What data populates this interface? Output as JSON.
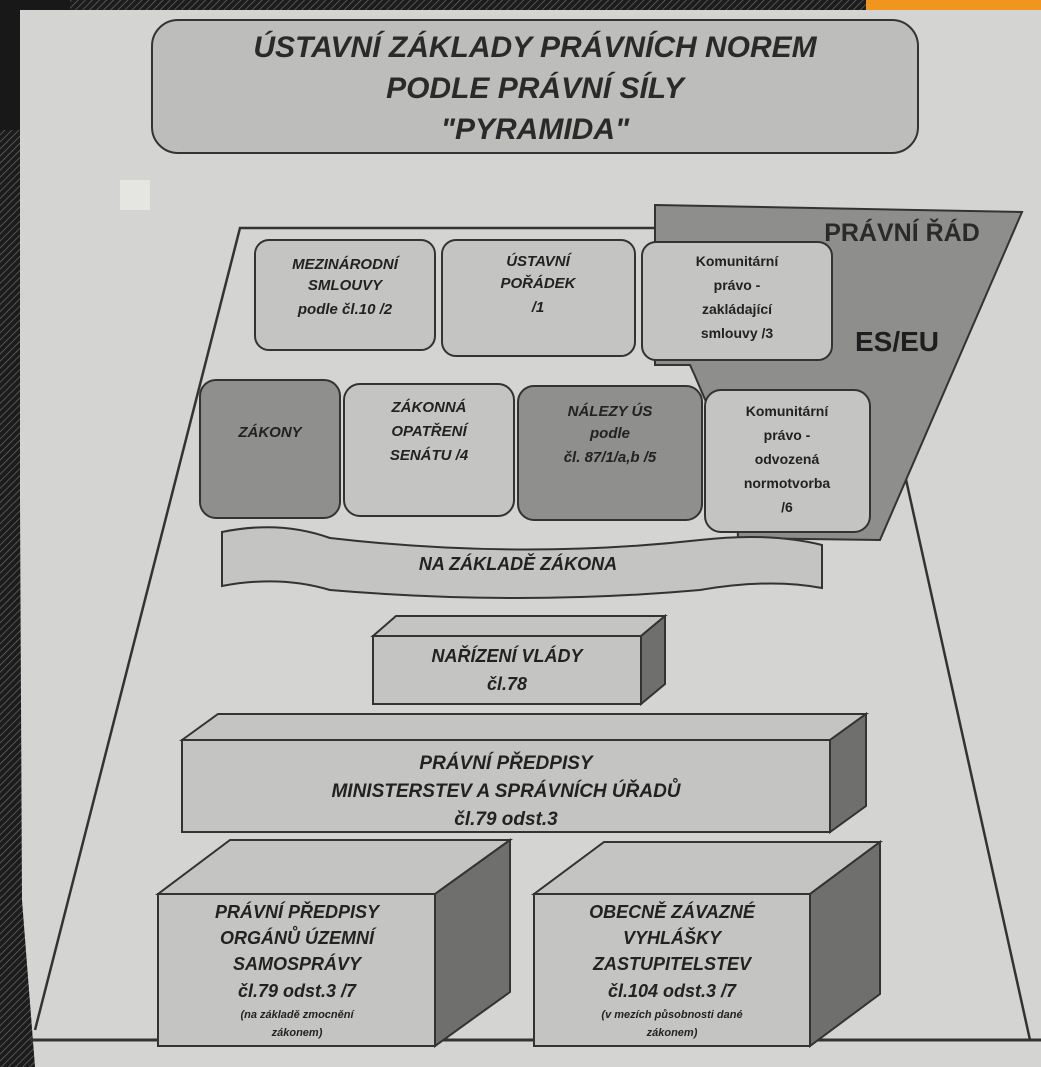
{
  "title": {
    "line1": "ÚSTAVNÍ ZÁKLADY PRÁVNÍCH NOREM",
    "line2": "PODLE PRÁVNÍ SÍLY",
    "line3": "\"PYRAMIDA\""
  },
  "pravni_rad": {
    "label": "PRÁVNÍ ŘÁD",
    "eseu": "ES/EU"
  },
  "row1": {
    "mezinarodni": [
      "MEZINÁRODNÍ",
      "SMLOUVY",
      "podle čl.10  /2"
    ],
    "ustavni": [
      "ÚSTAVNÍ",
      "POŘÁDEK",
      "/1"
    ],
    "komunitarni": [
      "Komunitární",
      "právo -",
      "zakládající",
      "smlouvy  /3"
    ]
  },
  "row2": {
    "zakony": "ZÁKONY",
    "zakonna": [
      "ZÁKONNÁ",
      "OPATŘENÍ",
      "SENÁTU  /4"
    ],
    "nalezy": [
      "NÁLEZY ÚS",
      "podle",
      "čl. 87/1/a,b   /5"
    ],
    "komunitarni": [
      "Komunitární",
      "právo -",
      "odvozená",
      "normotvorba",
      "/6"
    ]
  },
  "banner": "NA ZÁKLADĚ ZÁKONA",
  "narizeni": [
    "NAŘÍZENÍ  VLÁDY",
    "čl.78"
  ],
  "predpisy_ministerstev": [
    "PRÁVNÍ  PŘEDPISY",
    "MINISTERSTEV A SPRÁVNÍCH ÚŘADŮ",
    "čl.79 odst.3"
  ],
  "box_samosprava": {
    "lines": [
      "PRÁVNÍ PŘEDPISY",
      "ORGÁNŮ ÚZEMNÍ",
      "SAMOSPRÁVY",
      "čl.79 odst.3    /7"
    ],
    "small": [
      "(na základě zmocnění",
      "zákonem)"
    ]
  },
  "box_vyhlasky": {
    "lines": [
      "OBECNĚ  ZÁVAZNÉ",
      "VYHLÁŠKY",
      "ZASTUPITELSTEV",
      "čl.104 odst.3    /7"
    ],
    "small": [
      "(v mezích působnosti dané",
      "zákonem)"
    ]
  },
  "colors": {
    "paper": "#d4d4d2",
    "box": "#c4c4c2",
    "box_dark": "#8f8f8d",
    "box_darker": "#6f6f6d",
    "eu_band": "#8e8e8c",
    "frame": "#2a2a2a",
    "accent": "#f0961e",
    "text": "#1e1e1e"
  }
}
